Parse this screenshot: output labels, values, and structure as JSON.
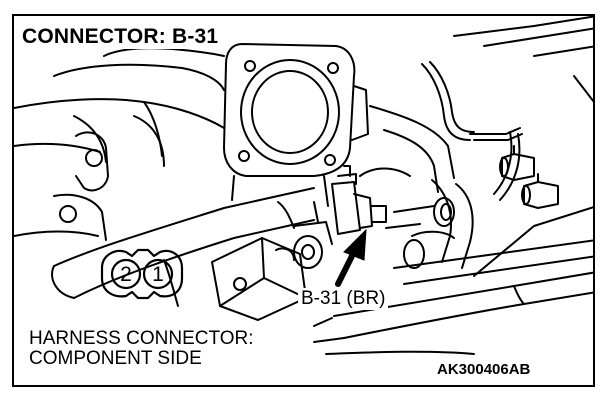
{
  "title": "CONNECTOR: B-31",
  "callout": "B-31 (BR)",
  "harness": {
    "line1": "HARNESS CONNECTOR:",
    "line2": "COMPONENT SIDE"
  },
  "code": "AK300406AB",
  "pins": {
    "left": "2",
    "right": "1"
  },
  "colors": {
    "ink": "#000000",
    "paper": "#ffffff"
  }
}
